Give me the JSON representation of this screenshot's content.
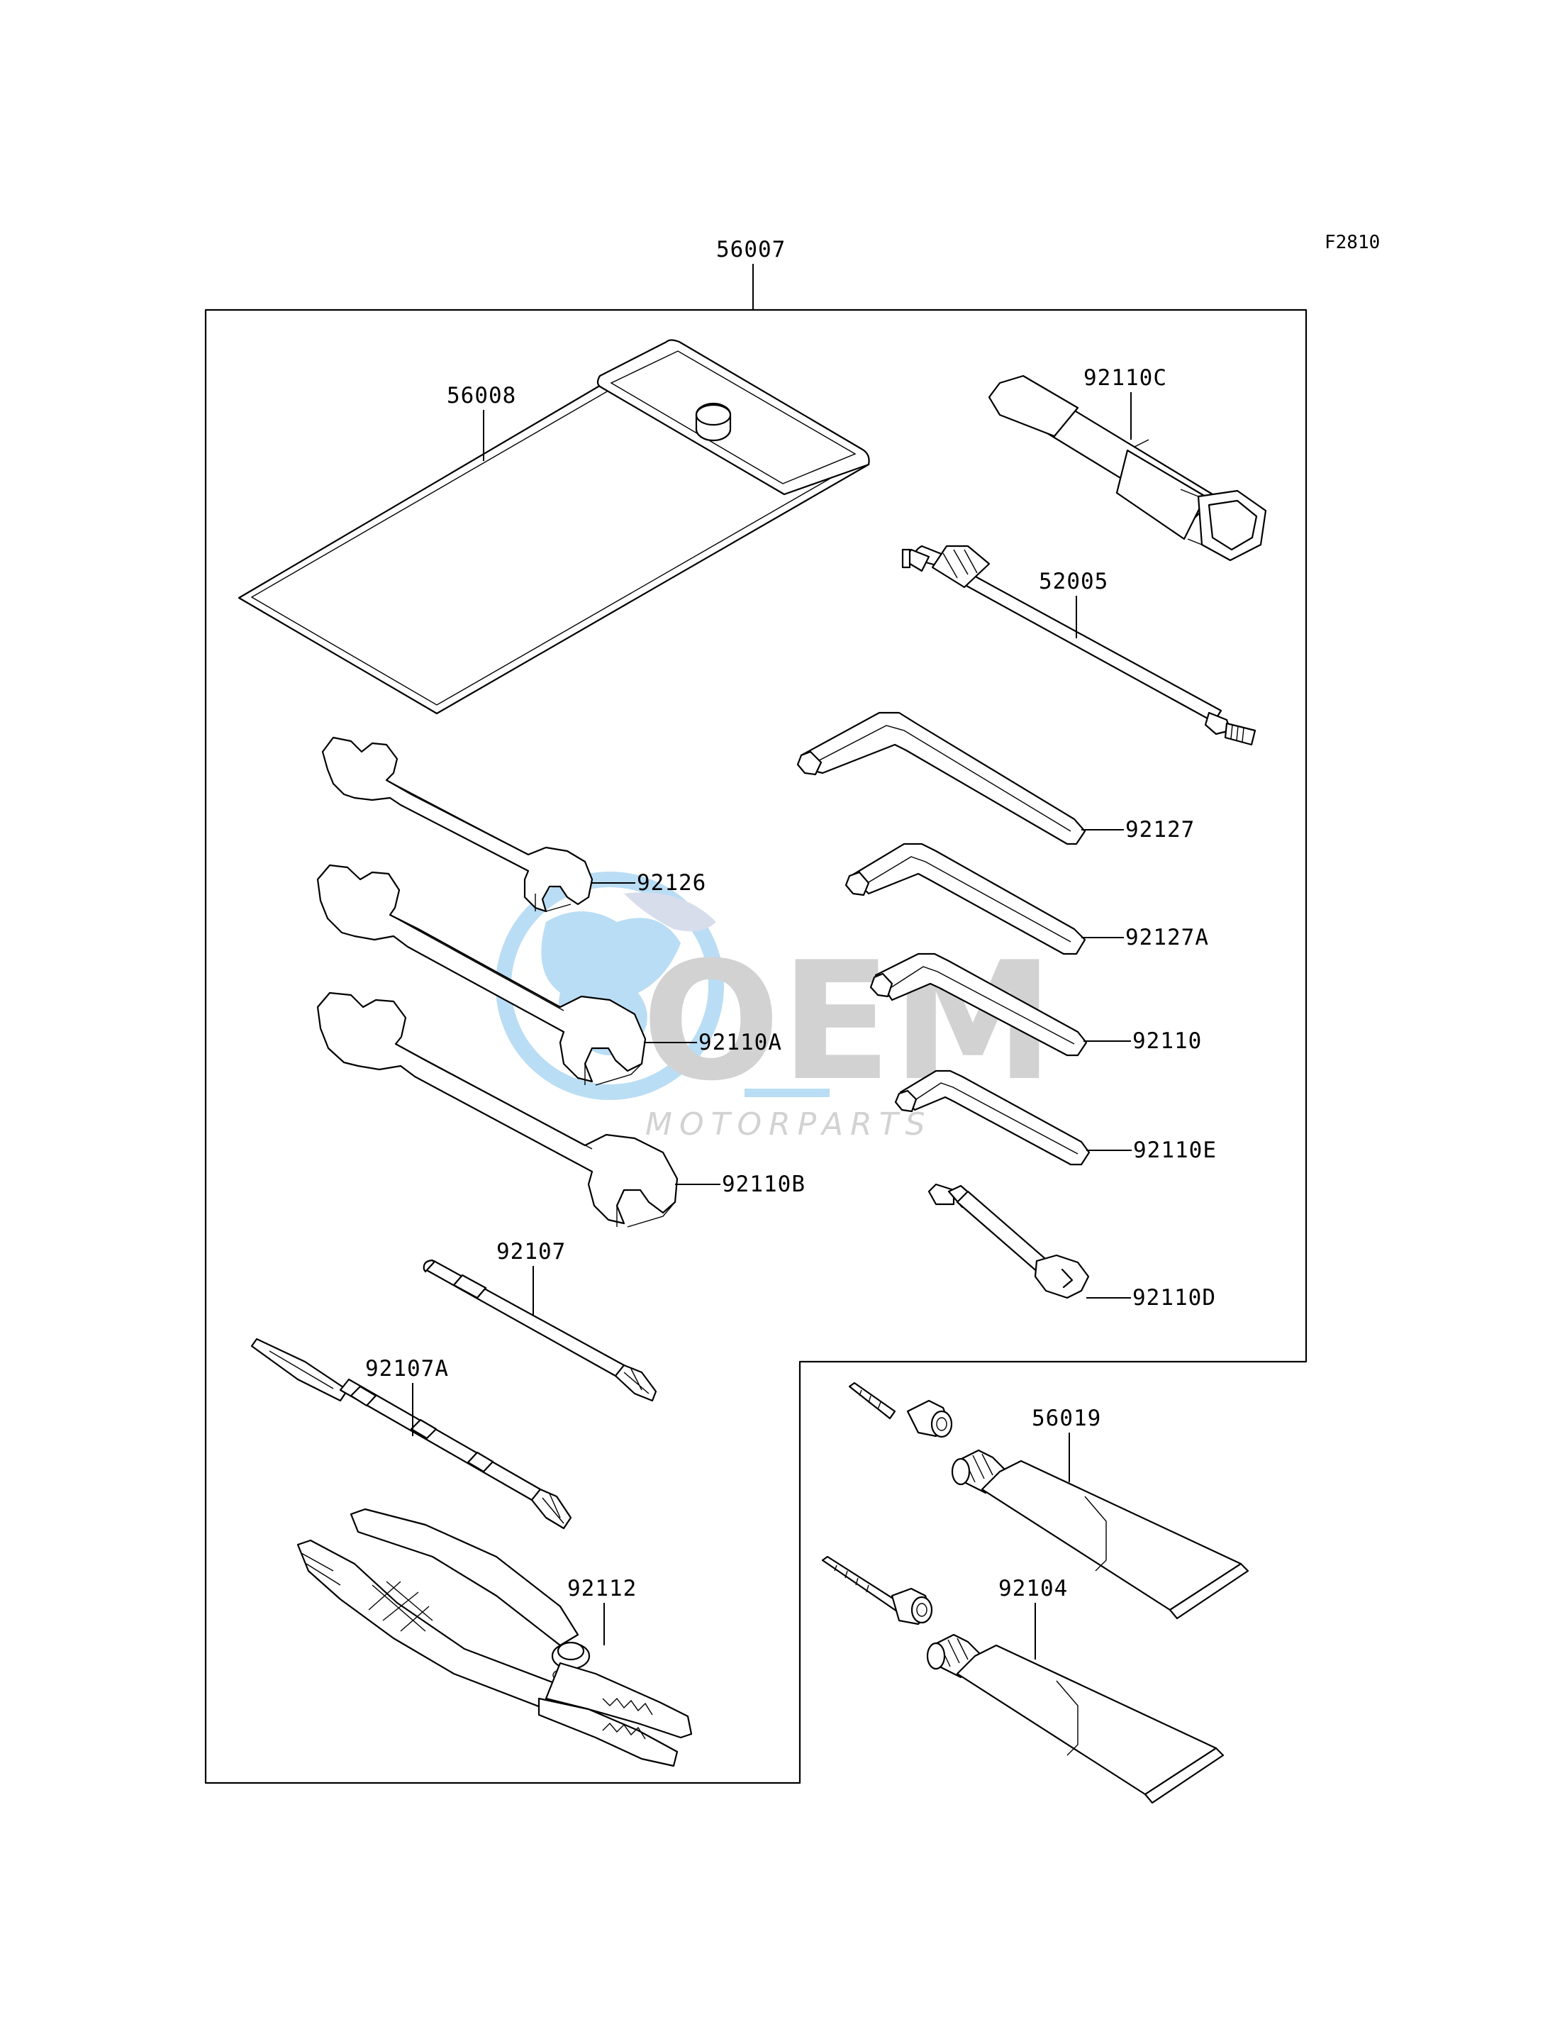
{
  "figure_code": "F2810",
  "kit_label": "56007",
  "parts": {
    "pouch": "56008",
    "plug_wrench": "92110C",
    "pressure_gauge": "52005",
    "hex_key_large": "92127",
    "hex_key_medium": "92127A",
    "hex_key_small": "92110",
    "hex_key_xsmall": "92110E",
    "driver_tool": "92110D",
    "wrench_small": "92126",
    "wrench_medium": "92110A",
    "wrench_large": "92110B",
    "screwdriver_bit": "92107",
    "screwdriver": "92107A",
    "pliers": "92112",
    "grease_tube_upper": "56019",
    "grease_tube_lower": "92104"
  },
  "watermark": {
    "brand": "OEM",
    "subtitle": "MOTORPARTS",
    "color_primary": "#3aa0e0",
    "color_secondary": "#7f7f7f"
  }
}
